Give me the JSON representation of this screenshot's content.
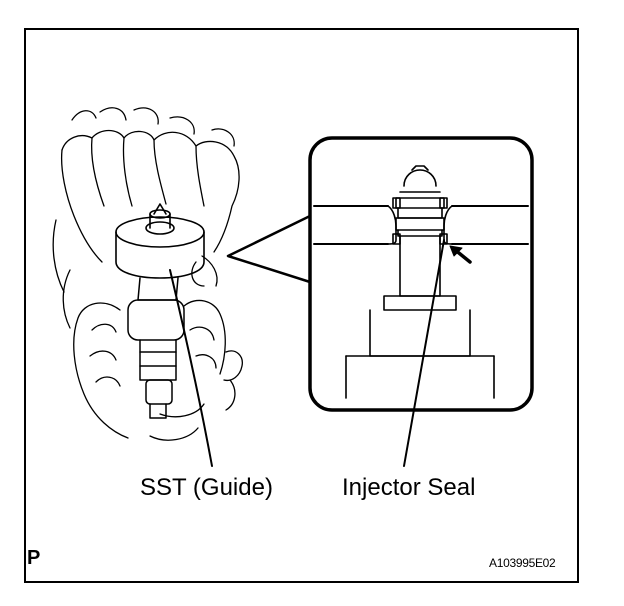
{
  "labels": {
    "sst_guide": "SST (Guide)",
    "injector_seal": "Injector Seal",
    "view_marker": "P",
    "figure_code": "A103995E02"
  },
  "icons": {
    "hands": "hands-holding-tool-icon",
    "guide": "sst-guide-icon",
    "injector": "fuel-injector-icon",
    "detail": "cross-section-detail-icon",
    "arrow": "pointer-arrow-icon"
  },
  "colors": {
    "line": "#000000",
    "background": "#ffffff"
  }
}
